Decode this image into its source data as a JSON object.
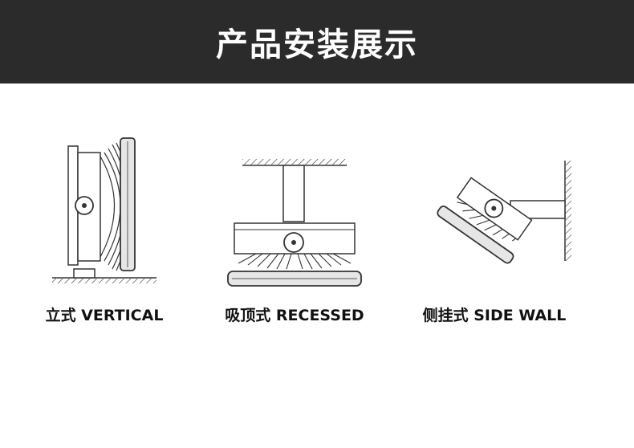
{
  "header": {
    "title": "产品安装展示"
  },
  "mounts": [
    {
      "label": "立式 VERTICAL",
      "icon": "vertical-mount-illustration"
    },
    {
      "label": "吸顶式 RECESSED",
      "icon": "ceiling-mount-illustration"
    },
    {
      "label": "侧挂式 SIDE WALL",
      "icon": "wall-mount-illustration"
    }
  ],
  "colors": {
    "header_bg": "#2b2b2b",
    "line": "#333333"
  }
}
